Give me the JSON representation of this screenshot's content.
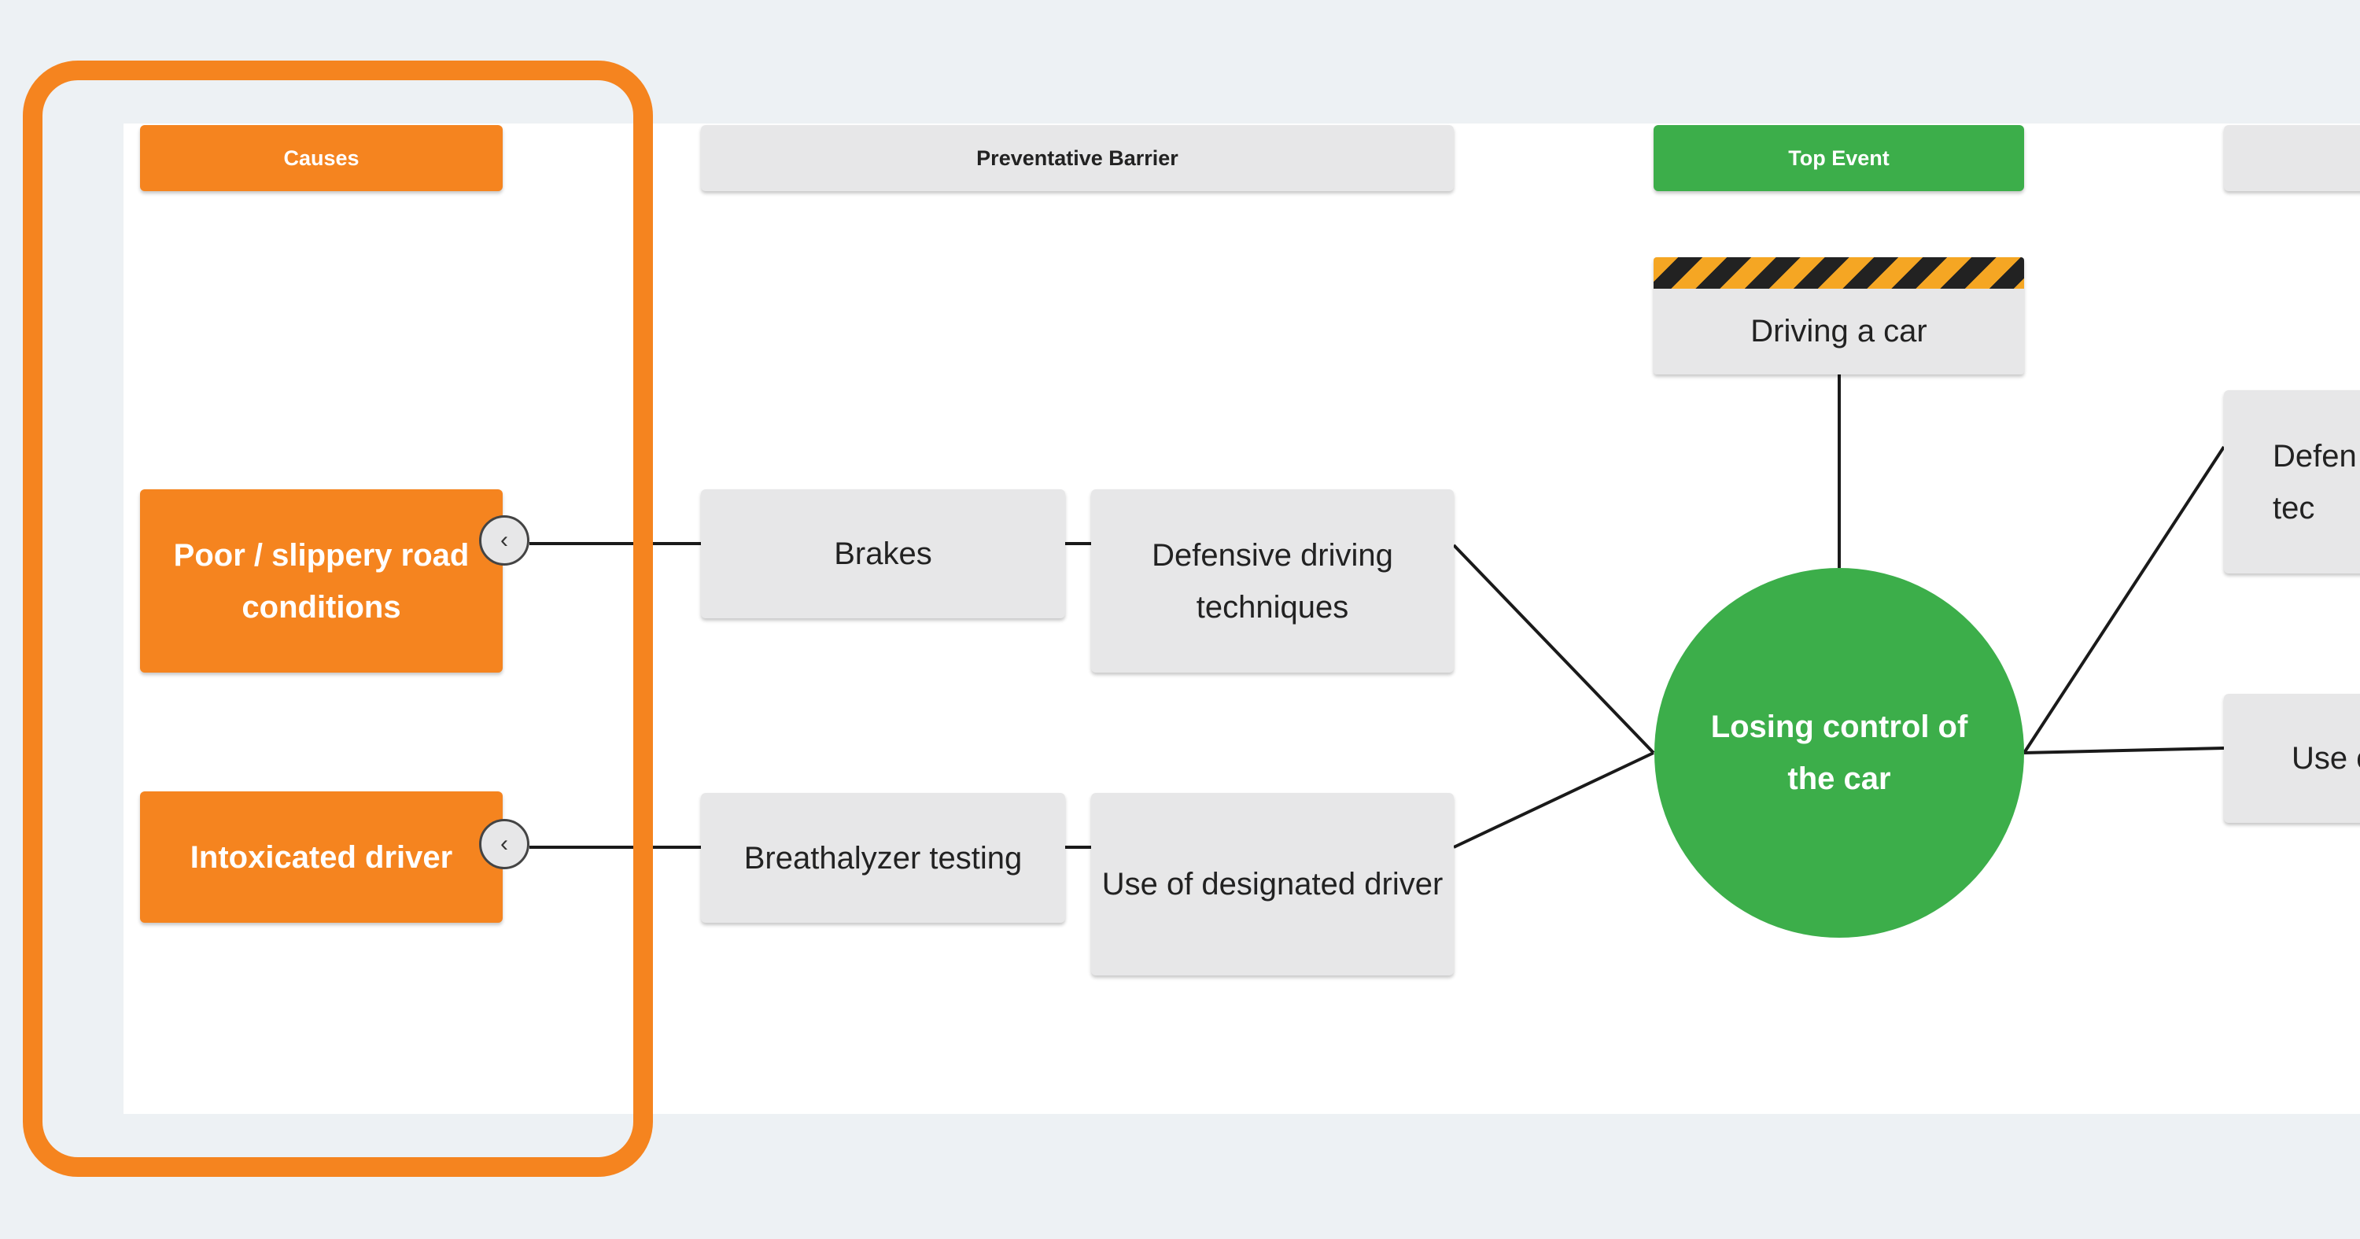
{
  "headers": {
    "causes": "Causes",
    "preventative_barrier": "Preventative Barrier",
    "top_event": "Top Event",
    "right_header": ""
  },
  "hazard": {
    "label": "Driving a car"
  },
  "top_event": {
    "label": "Losing control of the car"
  },
  "causes": [
    {
      "label": "Poor / slippery road conditions"
    },
    {
      "label": "Intoxicated driver"
    }
  ],
  "barriers": [
    {
      "label": "Brakes"
    },
    {
      "label": "Defensive driving techniques"
    },
    {
      "label": "Breathalyzer testing"
    },
    {
      "label": "Use of designated driver"
    }
  ],
  "right_nodes": [
    {
      "label": "Defen\ntec"
    },
    {
      "label": "Use o"
    }
  ],
  "icons": {
    "collapse": "chevron-left-icon"
  },
  "colors": {
    "causes": "#f5841f",
    "top_event": "#3cae4a",
    "barrier": "#e7e7e8",
    "highlight": "#f5841f",
    "hazard_stripe": "#f5a623"
  }
}
